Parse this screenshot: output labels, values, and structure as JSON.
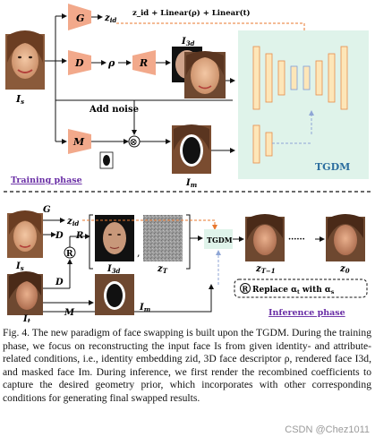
{
  "figure": {
    "training": {
      "phase_label": "Training phase",
      "input_label": "I",
      "input_sub": "s",
      "blocks": [
        "G",
        "D",
        "R",
        "M"
      ],
      "rho": "ρ",
      "z_id": "z",
      "z_id_sub": "id",
      "i3d": "I",
      "i3d_sub": "3d",
      "im": "I",
      "im_sub": "m",
      "add_noise": "Add noise",
      "condition_text": "z_id + Linear(ρ) + Linear(t)",
      "multiply": "⊗",
      "model_name": "TGDM"
    },
    "inference": {
      "phase_label": "Inference phase",
      "is": "I",
      "is_sub": "s",
      "it": "I",
      "it_sub": "t",
      "i3d": "I",
      "i3d_sub": "3d",
      "im": "I",
      "im_sub": "m",
      "zT": "z",
      "zT_sub": "T",
      "zT1": "z",
      "zT1_sub": "T−1",
      "z0": "z",
      "z0_sub": "0",
      "z_id": "z",
      "z_id_sub": "id",
      "dots": "······",
      "model_name": "TGDM",
      "replace_note": "Replace α",
      "replace_note_sub": "t",
      "replace_note_mid": " with α",
      "replace_note_sub2": "s",
      "replace_symbol": "R"
    },
    "colors": {
      "block_fill": "#f2a98b",
      "unet_bg": "#dff3ea",
      "unet_block": "#fde6b8",
      "unet_border": "#e88b4a",
      "arrow_orange": "#e8772e",
      "arrow_blue": "#8fa6d6",
      "phase_label": "#6a2fa6",
      "tgdm_text": "#2c6e9f"
    }
  },
  "caption": {
    "figure_number": "Fig. 4.",
    "text": "The new paradigm of face swapping is built upon the TGDM. During the training phase, we focus on reconstructing the input face Is from given identity- and attribute-related conditions, i.e., identity embedding zid, 3D face descriptor ρ, rendered face I3d, and masked face Im. During inference, we first render the recombined coefficients to capture the desired geometry prior, which incorporates with other corresponding conditions for generating final swapped results."
  },
  "watermark": "CSDN @Chez1011"
}
